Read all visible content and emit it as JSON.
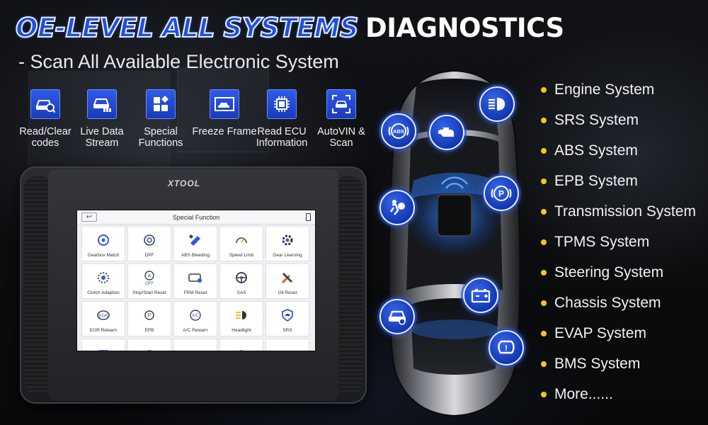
{
  "headline": {
    "blue_text": "OE-LEVEL ALL SYSTEMS",
    "white_text": "DIAGNOSTICS"
  },
  "subtitle": "- Scan All Available Electronic System",
  "features": [
    {
      "icon": "car-search-icon",
      "label": "Read/Clear codes"
    },
    {
      "icon": "live-data-icon",
      "label": "Live Data Stream"
    },
    {
      "icon": "special-functions-icon",
      "label": "Special Functions"
    },
    {
      "icon": "freeze-frame-icon",
      "label": "Freeze Frame"
    },
    {
      "icon": "ecu-chip-icon",
      "label": "Read ECU Information"
    },
    {
      "icon": "autovin-scan-icon",
      "label": "AutoVIN & Scan"
    }
  ],
  "tablet": {
    "brand": "XTOOL",
    "screen_title": "Special Function",
    "tiles": [
      {
        "label": "Gearbox Match",
        "icon": "gearbox-icon"
      },
      {
        "label": "DPF",
        "icon": "dpf-icon"
      },
      {
        "label": "ABS Bleeding",
        "icon": "abs-bleeding-icon"
      },
      {
        "label": "Speed Limit",
        "icon": "speedometer-icon"
      },
      {
        "label": "Gear Learning",
        "icon": "gear-icon"
      },
      {
        "label": "Clutch Adaption",
        "icon": "clutch-icon"
      },
      {
        "label": "Stop/Start Reset",
        "icon": "stop-start-icon"
      },
      {
        "label": "FRM Reset",
        "icon": "frm-icon"
      },
      {
        "label": "SAS",
        "icon": "steering-wheel-icon"
      },
      {
        "label": "Oil Reset",
        "icon": "wrench-icon"
      },
      {
        "label": "EGR Relearn",
        "icon": "egr-icon"
      },
      {
        "label": "EPB",
        "icon": "epb-icon"
      },
      {
        "label": "A/C Relearn",
        "icon": "ac-icon"
      },
      {
        "label": "Headlight",
        "icon": "headlight-icon"
      },
      {
        "label": "SRS",
        "icon": "srs-icon"
      },
      {
        "label": "",
        "icon": "partial-icon"
      },
      {
        "label": "",
        "icon": "partial-icon"
      },
      {
        "label": "",
        "icon": "partial-icon"
      },
      {
        "label": "",
        "icon": "partial-icon"
      },
      {
        "label": "",
        "icon": "partial-icon"
      }
    ]
  },
  "car_badges": [
    {
      "icon": "abs-icon",
      "text": "ABS"
    },
    {
      "icon": "engine-icon",
      "text": ""
    },
    {
      "icon": "headlight-icon",
      "text": ""
    },
    {
      "icon": "airbag-icon",
      "text": ""
    },
    {
      "icon": "epb-icon",
      "text": "P"
    },
    {
      "icon": "battery-icon",
      "text": ""
    },
    {
      "icon": "car-body-icon",
      "text": ""
    },
    {
      "icon": "tpms-icon",
      "text": "!"
    }
  ],
  "systems": [
    "Engine System",
    "SRS System",
    "ABS System",
    "EPB System",
    "Transmission System",
    "TPMS System",
    "Steering System",
    "Chassis System",
    "EVAP System",
    "BMS System",
    "More......"
  ],
  "colors": {
    "accent_blue": "#1f4fe0",
    "bullet": "#f2c81c",
    "text": "#f2f2f2"
  }
}
